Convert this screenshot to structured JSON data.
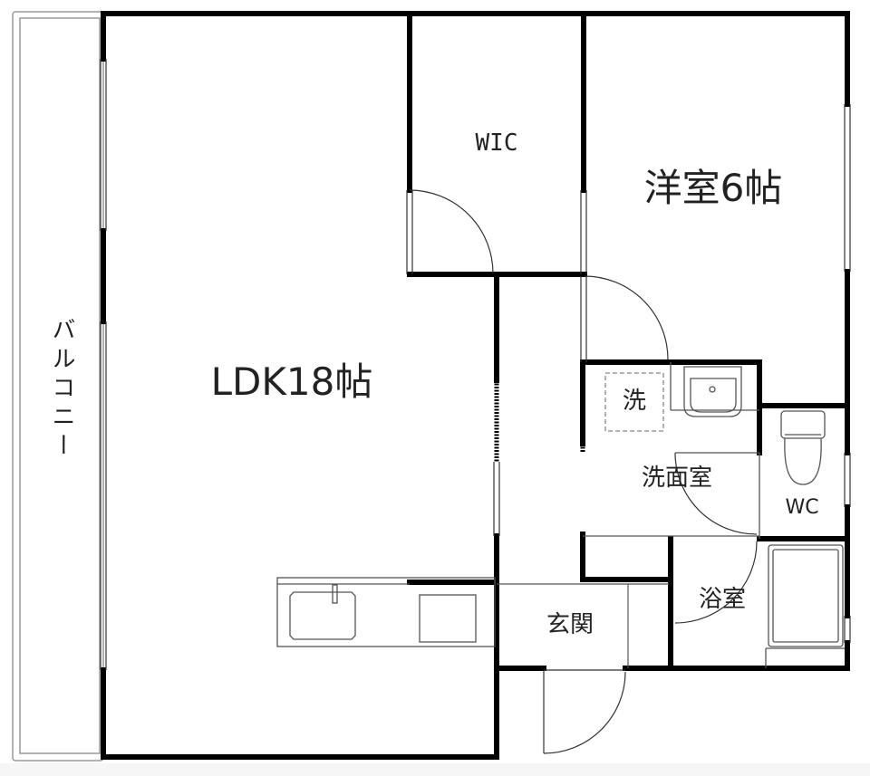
{
  "floor_plan": {
    "rooms": [
      {
        "id": "balcony",
        "label": "バルコニー"
      },
      {
        "id": "ldk",
        "label": "LDK18帖"
      },
      {
        "id": "wic",
        "label": "WIC"
      },
      {
        "id": "western_room",
        "label": "洋室6帖"
      },
      {
        "id": "washroom",
        "label": "洗面室"
      },
      {
        "id": "washer",
        "label": "洗"
      },
      {
        "id": "wc",
        "label": "WC"
      },
      {
        "id": "bathroom",
        "label": "浴室"
      },
      {
        "id": "entrance",
        "label": "玄関"
      }
    ],
    "colors": {
      "wall": "#000000",
      "fixture": "#555555",
      "background": "#ffffff"
    }
  }
}
